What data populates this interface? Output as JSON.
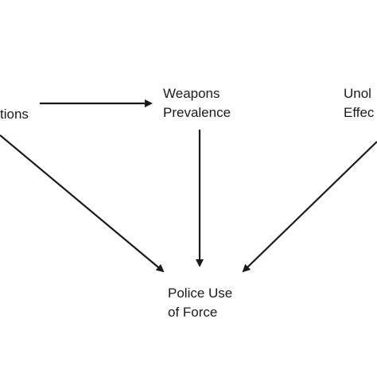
{
  "nodes": {
    "left": {
      "line1": "",
      "line2": "tions"
    },
    "weapons": {
      "line1": "Weapons",
      "line2": "Prevalence"
    },
    "right": {
      "line1": "Unol",
      "line2": "Effec"
    },
    "police": {
      "line1": "Police Use",
      "line2": "of Force"
    }
  },
  "edges": [
    {
      "from": "left",
      "to": "weapons"
    },
    {
      "from": "left",
      "to": "police"
    },
    {
      "from": "weapons",
      "to": "police"
    },
    {
      "from": "right",
      "to": "police"
    }
  ],
  "colors": {
    "stroke": "#1a1a1a",
    "background": "#ffffff"
  }
}
